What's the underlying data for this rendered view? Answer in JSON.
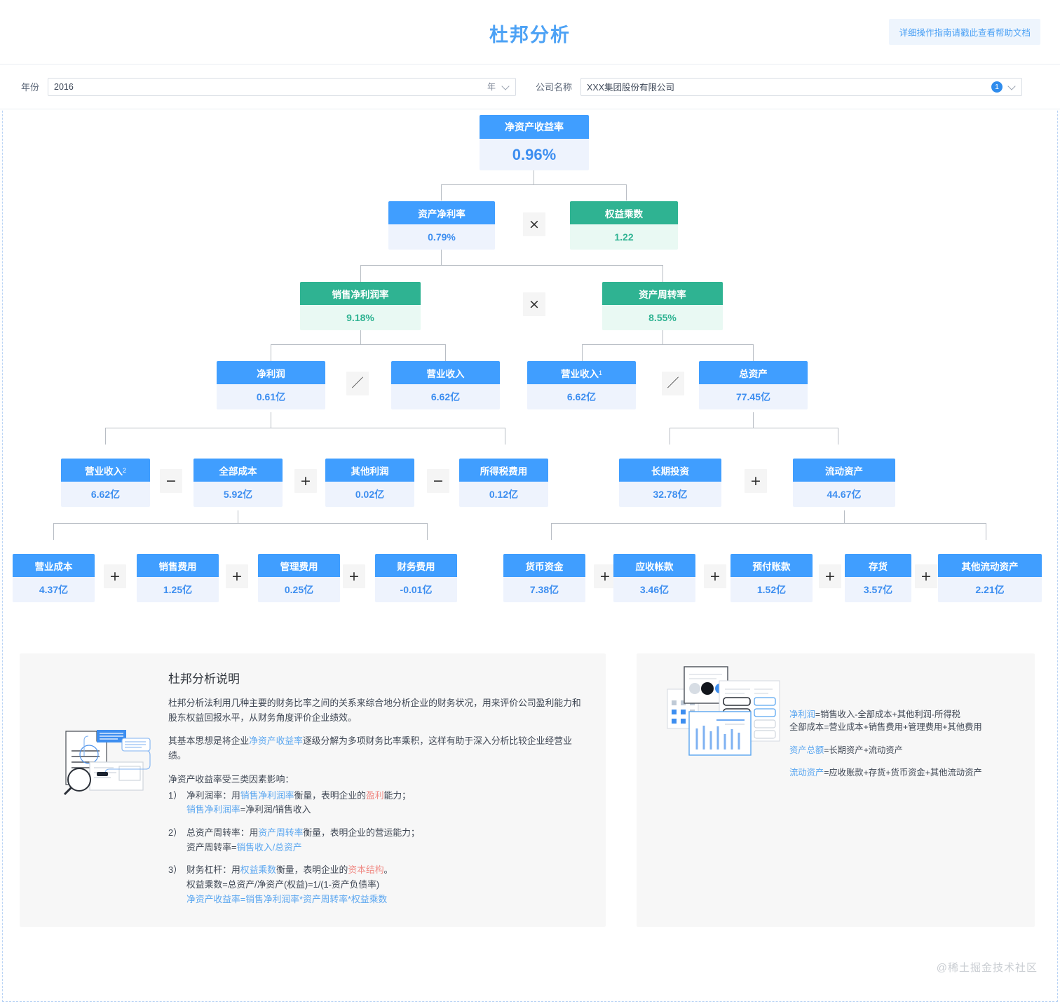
{
  "header": {
    "title": "杜邦分析",
    "help_link": "详细操作指南请戳此查看帮助文档"
  },
  "filters": {
    "year": {
      "label": "年份",
      "value": "2016",
      "suffix": "年",
      "icon": "chevron-down-icon"
    },
    "company": {
      "label": "公司名称",
      "value": "XXX集团股份有限公司",
      "badge": "1",
      "icon": "chevron-down-icon"
    }
  },
  "chart_data": {
    "type": "diagram",
    "title": "杜邦分析",
    "nodes": [
      {
        "id": "roe",
        "label": "净资产收益率",
        "value": "0.96%",
        "color": "blue",
        "level": 1
      },
      {
        "id": "roa",
        "label": "资产净利率",
        "value": "0.79%",
        "color": "blue",
        "level": 2
      },
      {
        "id": "em",
        "label": "权益乘数",
        "value": "1.22",
        "color": "green",
        "level": 2
      },
      {
        "id": "npm",
        "label": "销售净利润率",
        "value": "9.18%",
        "color": "green",
        "level": 3
      },
      {
        "id": "at",
        "label": "资产周转率",
        "value": "8.55%",
        "color": "green",
        "level": 3
      },
      {
        "id": "np",
        "label": "净利润",
        "value": "0.61亿",
        "color": "blue",
        "level": 4
      },
      {
        "id": "rev",
        "label": "营业收入",
        "value": "6.62亿",
        "color": "blue",
        "level": 4
      },
      {
        "id": "rev1",
        "label": "营业收入",
        "sub": "1",
        "value": "6.62亿",
        "color": "blue",
        "level": 4
      },
      {
        "id": "ta",
        "label": "总资产",
        "value": "77.45亿",
        "color": "blue",
        "level": 4
      },
      {
        "id": "rev2",
        "label": "营业收入",
        "sub": "2",
        "value": "6.62亿",
        "color": "blue",
        "level": 5
      },
      {
        "id": "totalcost",
        "label": "全部成本",
        "value": "5.92亿",
        "color": "blue",
        "level": 5
      },
      {
        "id": "otherprofit",
        "label": "其他利润",
        "value": "0.02亿",
        "color": "blue",
        "level": 5
      },
      {
        "id": "tax",
        "label": "所得税费用",
        "value": "0.12亿",
        "color": "blue",
        "level": 5
      },
      {
        "id": "lti",
        "label": "长期投资",
        "value": "32.78亿",
        "color": "blue",
        "level": 5
      },
      {
        "id": "ca",
        "label": "流动资产",
        "value": "44.67亿",
        "color": "blue",
        "level": 5
      },
      {
        "id": "opcost",
        "label": "营业成本",
        "value": "4.37亿",
        "color": "blue",
        "level": 6
      },
      {
        "id": "sellexp",
        "label": "销售费用",
        "value": "1.25亿",
        "color": "blue",
        "level": 6
      },
      {
        "id": "admexp",
        "label": "管理费用",
        "value": "0.25亿",
        "color": "blue",
        "level": 6
      },
      {
        "id": "finexp",
        "label": "财务费用",
        "value": "-0.01亿",
        "color": "blue",
        "level": 6
      },
      {
        "id": "cash",
        "label": "货币资金",
        "value": "7.38亿",
        "color": "blue",
        "level": 6
      },
      {
        "id": "ar",
        "label": "应收帐款",
        "value": "3.46亿",
        "color": "blue",
        "level": 6
      },
      {
        "id": "prepay",
        "label": "预付账款",
        "value": "1.52亿",
        "color": "blue",
        "level": 6
      },
      {
        "id": "inv",
        "label": "存货",
        "value": "3.57亿",
        "color": "blue",
        "level": 6
      },
      {
        "id": "otherca",
        "label": "其他流动资产",
        "value": "2.21亿",
        "color": "blue",
        "level": 6
      }
    ],
    "operators": [
      {
        "id": "op-l2",
        "symbol": "×"
      },
      {
        "id": "op-l3",
        "symbol": "×"
      },
      {
        "id": "op-l4a",
        "symbol": "／"
      },
      {
        "id": "op-l4b",
        "symbol": "／"
      },
      {
        "id": "op-l5a",
        "symbol": "−"
      },
      {
        "id": "op-l5b",
        "symbol": "+"
      },
      {
        "id": "op-l5c",
        "symbol": "−"
      },
      {
        "id": "op-l5d",
        "symbol": "+"
      },
      {
        "id": "op-l6a",
        "symbol": "+"
      },
      {
        "id": "op-l6b",
        "symbol": "+"
      },
      {
        "id": "op-l6c",
        "symbol": "+"
      },
      {
        "id": "op-l6d",
        "symbol": "+"
      },
      {
        "id": "op-l6e",
        "symbol": "+"
      },
      {
        "id": "op-l6f",
        "symbol": "+"
      },
      {
        "id": "op-l6g",
        "symbol": "+"
      }
    ]
  },
  "explain": {
    "title": "杜邦分析说明",
    "p1": "杜邦分析法利用几种主要的财务比率之间的关系来综合地分析企业的财务状况，用来评价公司盈利能力和股东权益回报水平，从财务角度评价企业绩效。",
    "p2_a": "其基本思想是将企业",
    "p2_b": "净资产收益率",
    "p2_c": "逐级分解为多项财务比率乘积，这样有助于深入分析比较企业经营业绩。",
    "intro": "净资产收益率受三类因素影响：",
    "item1_num": "1）",
    "item1_a": "净利润率：用",
    "item1_b": "销售净利润率",
    "item1_c": "衡量，表明企业的",
    "item1_d": "盈利",
    "item1_e": "能力；",
    "item1_f2": "销售净利润率",
    "item1_g2": "=净利润/销售收入",
    "item2_num": "2）",
    "item2_a": "总资产周转率：用",
    "item2_b": "资产周转率",
    "item2_c": "衡量，表明企业的营运能力；",
    "item2_d": "资产周转率=",
    "item2_e": "销售收入/总资产",
    "item3_num": "3）",
    "item3_a": "财务杠杆：用",
    "item3_b": "权益乘数",
    "item3_c": "衡量，表明企业的",
    "item3_d": "资本结构",
    "item3_e": "。",
    "item3_f": "权益乘数=总资产/净资产(权益)=1/(1-资产负债率)",
    "item3_g": "净资产收益率=销售净利润率*资产周转率*权益乘数"
  },
  "formulas": {
    "f1_key": "净利润",
    "f1_val": "=销售收入-全部成本+其他利润-所得税",
    "f2_val": "全部成本=营业成本+销售费用+管理费用+其他费用",
    "f3_key": "资产总额",
    "f3_val": "=长期资产+流动资产",
    "f4_key": "流动资产",
    "f4_val": "=应收账款+存货+货币资金+其他流动资产"
  },
  "watermark": "@稀土掘金技术社区",
  "colors": {
    "accent_blue": "#409eff",
    "accent_green": "#2fb392",
    "title_blue": "#4da2f5",
    "node_blue_bg": "#eef3fd",
    "node_green_bg": "#e9f9f3"
  }
}
